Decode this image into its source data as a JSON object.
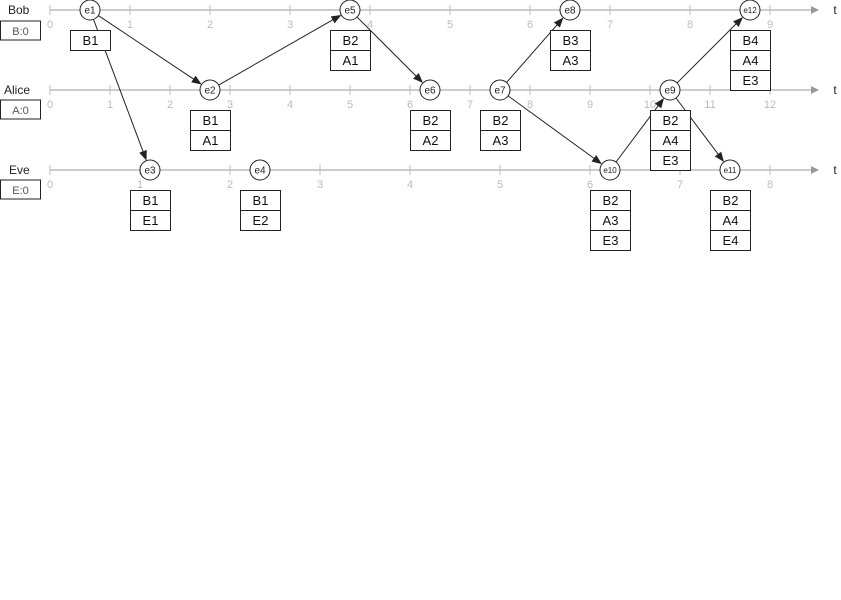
{
  "colors": {
    "timeline": "#999999",
    "tick": "#bbbbbb",
    "stroke": "#222222",
    "arrow": "#222222"
  },
  "processes": [
    {
      "id": "bob",
      "name": "Bob",
      "init": "B:0",
      "ticks": [
        "0",
        "1",
        "2",
        "3",
        "4",
        "5",
        "6",
        "7",
        "8",
        "9"
      ],
      "axis": "t"
    },
    {
      "id": "alice",
      "name": "Alice",
      "init": "A:0",
      "ticks": [
        "0",
        "1",
        "2",
        "3",
        "4",
        "5",
        "6",
        "7",
        "8",
        "9",
        "10",
        "11",
        "12"
      ],
      "axis": "t"
    },
    {
      "id": "eve",
      "name": "Eve",
      "init": "E:0",
      "ticks": [
        "0",
        "1",
        "2",
        "3",
        "4",
        "5",
        "6",
        "7",
        "8"
      ],
      "axis": "t"
    }
  ],
  "events": [
    {
      "id": "e1",
      "label": "e1",
      "process": "bob",
      "box": [
        "B1"
      ]
    },
    {
      "id": "e2",
      "label": "e2",
      "process": "alice",
      "box": [
        "B1",
        "A1"
      ]
    },
    {
      "id": "e3",
      "label": "e3",
      "process": "eve",
      "box": [
        "B1",
        "E1"
      ]
    },
    {
      "id": "e4",
      "label": "e4",
      "process": "eve",
      "box": [
        "B1",
        "E2"
      ]
    },
    {
      "id": "e5",
      "label": "e5",
      "process": "bob",
      "box": [
        "B2",
        "A1"
      ]
    },
    {
      "id": "e6",
      "label": "e6",
      "process": "alice",
      "box": [
        "B2",
        "A2"
      ]
    },
    {
      "id": "e7",
      "label": "e7",
      "process": "alice",
      "box": [
        "B2",
        "A3"
      ]
    },
    {
      "id": "e8",
      "label": "e8",
      "process": "bob",
      "box": [
        "B3",
        "A3"
      ]
    },
    {
      "id": "e9",
      "label": "e9",
      "process": "alice",
      "box": [
        "B2",
        "A4",
        "E3"
      ]
    },
    {
      "id": "e10",
      "label": "e10",
      "process": "eve",
      "box": [
        "B2",
        "A3",
        "E3"
      ]
    },
    {
      "id": "e11",
      "label": "e11",
      "process": "eve",
      "box": [
        "B2",
        "A4",
        "E4"
      ]
    },
    {
      "id": "e12",
      "label": "e12",
      "process": "bob",
      "box": [
        "B4",
        "A4",
        "E3"
      ]
    }
  ],
  "messages": [
    {
      "from": "e1",
      "to": "e2"
    },
    {
      "from": "e1",
      "to": "e3"
    },
    {
      "from": "e2",
      "to": "e5"
    },
    {
      "from": "e5",
      "to": "e6"
    },
    {
      "from": "e7",
      "to": "e8"
    },
    {
      "from": "e7",
      "to": "e10"
    },
    {
      "from": "e10",
      "to": "e9"
    },
    {
      "from": "e9",
      "to": "e12"
    },
    {
      "from": "e9",
      "to": "e11"
    }
  ]
}
